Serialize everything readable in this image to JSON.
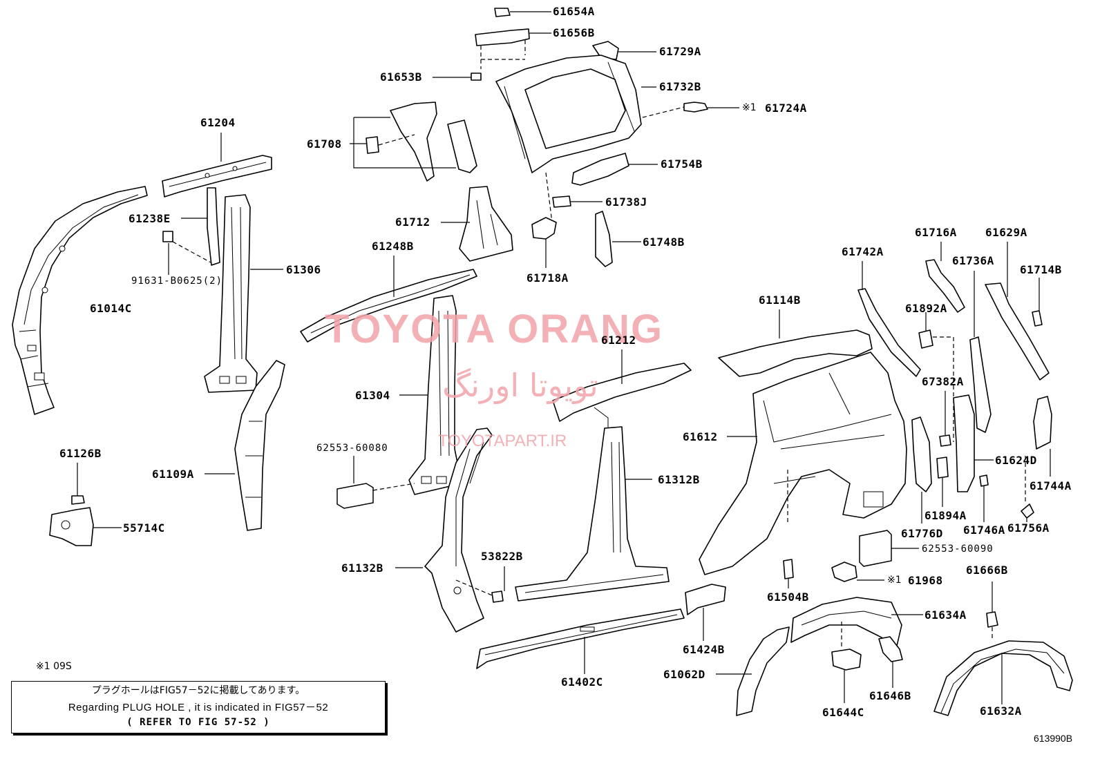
{
  "watermark": {
    "brand": "TOYOTA ORANG",
    "brand_fa": "تویوتا اورنگ",
    "site": "TOYOTAPART.IR",
    "color": "#f2a4aa"
  },
  "labels": [
    {
      "id": "61654A",
      "text": "61654A"
    },
    {
      "id": "61656B",
      "text": "61656B"
    },
    {
      "id": "61729A",
      "text": "61729A"
    },
    {
      "id": "61653B",
      "text": "61653B"
    },
    {
      "id": "61732B",
      "text": "61732B"
    },
    {
      "id": "61724A",
      "text": "61724A"
    },
    {
      "id": "61204",
      "text": "61204"
    },
    {
      "id": "61708",
      "text": "61708"
    },
    {
      "id": "61754B",
      "text": "61754B"
    },
    {
      "id": "61238E",
      "text": "61238E"
    },
    {
      "id": "61738J",
      "text": "61738J"
    },
    {
      "id": "61712",
      "text": "61712"
    },
    {
      "id": "61748B",
      "text": "61748B"
    },
    {
      "id": "61248B",
      "text": "61248B"
    },
    {
      "id": "61306",
      "text": "61306"
    },
    {
      "id": "91631-B0625",
      "text": "91631-B0625(2)"
    },
    {
      "id": "61718A",
      "text": "61718A"
    },
    {
      "id": "61716A",
      "text": "61716A"
    },
    {
      "id": "61629A",
      "text": "61629A"
    },
    {
      "id": "61742A",
      "text": "61742A"
    },
    {
      "id": "61736A",
      "text": "61736A"
    },
    {
      "id": "61714B",
      "text": "61714B"
    },
    {
      "id": "61014C",
      "text": "61014C"
    },
    {
      "id": "61114B",
      "text": "61114B"
    },
    {
      "id": "61892A",
      "text": "61892A"
    },
    {
      "id": "61212",
      "text": "61212"
    },
    {
      "id": "67382A",
      "text": "67382A"
    },
    {
      "id": "61304",
      "text": "61304"
    },
    {
      "id": "61612",
      "text": "61612"
    },
    {
      "id": "62553-60080",
      "text": "62553-60080"
    },
    {
      "id": "61126B",
      "text": "61126B"
    },
    {
      "id": "61624D",
      "text": "61624D"
    },
    {
      "id": "61109A",
      "text": "61109A"
    },
    {
      "id": "61312B",
      "text": "61312B"
    },
    {
      "id": "61744A",
      "text": "61744A"
    },
    {
      "id": "61894A",
      "text": "61894A"
    },
    {
      "id": "55714C",
      "text": "55714C"
    },
    {
      "id": "61776D",
      "text": "61776D"
    },
    {
      "id": "61746A",
      "text": "61746A"
    },
    {
      "id": "61756A",
      "text": "61756A"
    },
    {
      "id": "62553-60090",
      "text": "62553-60090"
    },
    {
      "id": "53822B",
      "text": "53822B"
    },
    {
      "id": "61132B",
      "text": "61132B"
    },
    {
      "id": "61504B",
      "text": "61504B"
    },
    {
      "id": "61968",
      "text": "61968"
    },
    {
      "id": "61666B",
      "text": "61666B"
    },
    {
      "id": "61634A",
      "text": "61634A"
    },
    {
      "id": "61424B",
      "text": "61424B"
    },
    {
      "id": "61062D",
      "text": "61062D"
    },
    {
      "id": "61402C",
      "text": "61402C"
    },
    {
      "id": "61646B",
      "text": "61646B"
    },
    {
      "id": "61644C",
      "text": "61644C"
    },
    {
      "id": "61632A",
      "text": "61632A"
    }
  ],
  "markers": {
    "m1": "※1",
    "m2": "※1"
  },
  "footnote": "※1 09S",
  "note": {
    "jp": "プラグホールはFIG57－52に掲載してあります。",
    "en": "Regarding PLUG HOLE , it is indicated in FIG57－52",
    "ref": "(  REFER TO FIG 57-52 )"
  },
  "figure_id": "613990B"
}
